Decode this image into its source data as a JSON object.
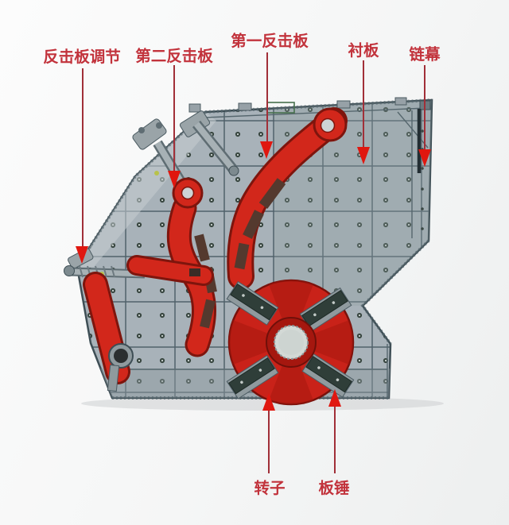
{
  "labels": {
    "adjuster": "反击板调节",
    "second_plate": "第二反击板",
    "first_plate": "第一反击板",
    "liner": "衬板",
    "chain": "链幕",
    "rotor": "转子",
    "hammer": "板锤"
  },
  "colors": {
    "annotation_text": "#c2333c",
    "annotation_line": "#a12f38",
    "arrowhead": "#e0170f",
    "machine_red": "#d2271b",
    "machine_red_dark": "#7e150d",
    "housing_gray": "#a8b2b9",
    "panel_line": "#4b5b62",
    "blow_bar_dark": "#2f3e39",
    "liner_bar_brown": "#54392e",
    "background": "#f5f6f6"
  }
}
